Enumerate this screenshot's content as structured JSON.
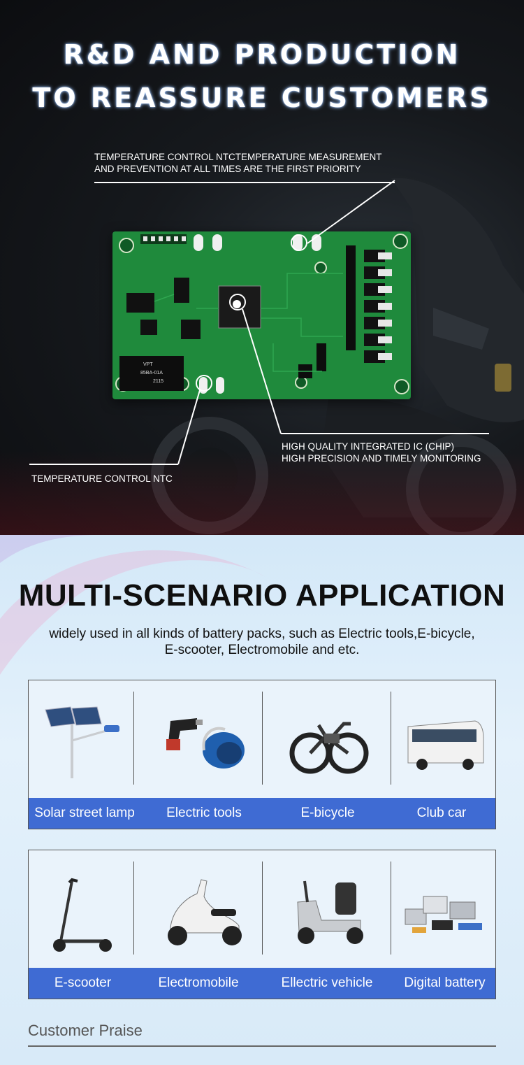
{
  "hero": {
    "title_line1": "R&D AND PRODUCTION",
    "title_line2": "TO REASSURE CUSTOMERS",
    "annotation_top_line1": "TEMPERATURE CONTROL NTCTEMPERATURE MEASUREMENT",
    "annotation_top_line2": "AND PREVENTION AT ALL TIMES ARE THE FIRST PRIORITY",
    "annotation_right_line1": "HIGH QUALITY INTEGRATED IC (CHIP)",
    "annotation_right_line2": "HIGH PRECISION AND TIMELY MONITORING",
    "annotation_left": "TEMPERATURE CONTROL NTC",
    "pcb_marking_chip": "VPT",
    "pcb_marking_model": "85BA-01A",
    "pcb_marking_code": "2115"
  },
  "applications": {
    "title": "MULTI-SCENARIO APPLICATION",
    "subtitle_line1": "widely used in all kinds of battery packs, such as Electric tools,E-bicycle,",
    "subtitle_line2": "E-scooter, Electromobile and etc.",
    "row1": [
      {
        "label": "Solar street lamp",
        "icon": "solar-street-lamp-icon"
      },
      {
        "label": "Electric tools",
        "icon": "electric-tools-icon"
      },
      {
        "label": "E-bicycle",
        "icon": "e-bicycle-icon"
      },
      {
        "label": "Club car",
        "icon": "club-car-icon"
      }
    ],
    "row2": [
      {
        "label": "E-scooter",
        "icon": "e-scooter-icon"
      },
      {
        "label": "Electromobile",
        "icon": "electromobile-icon"
      },
      {
        "label": "Ellectric vehicle",
        "icon": "electric-vehicle-icon"
      },
      {
        "label": "Digital battery",
        "icon": "digital-battery-icon"
      }
    ]
  },
  "praise": {
    "heading": "Customer Praise"
  },
  "colors": {
    "label_bar": "#3f6bd3",
    "pcb_green": "#1f8a3c",
    "hero_bg": "#0c0d10"
  }
}
